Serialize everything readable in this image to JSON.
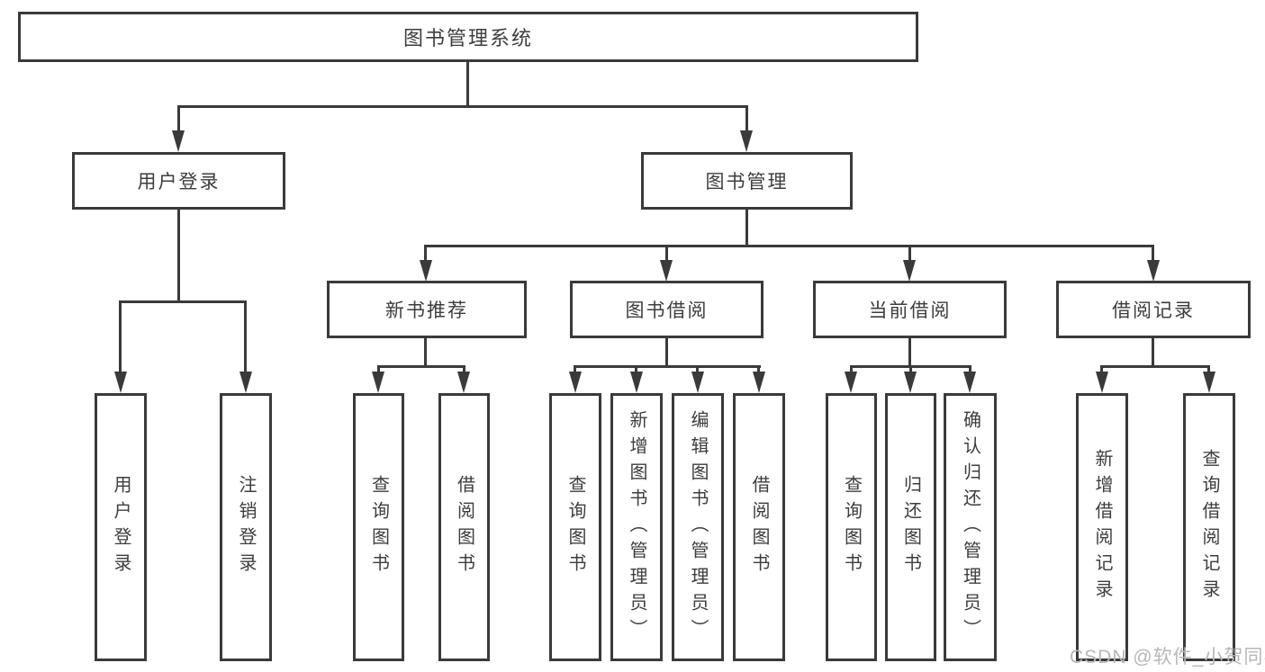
{
  "diagram": {
    "root": {
      "label": "图书管理系统",
      "children": [
        {
          "label": "用户登录",
          "children": [
            {
              "label": "用户登录"
            },
            {
              "label": "注销登录"
            }
          ]
        },
        {
          "label": "图书管理",
          "children": [
            {
              "label": "新书推荐",
              "children": [
                {
                  "label": "查询图书"
                },
                {
                  "label": "借阅图书"
                }
              ]
            },
            {
              "label": "图书借阅",
              "children": [
                {
                  "label": "查询图书"
                },
                {
                  "label": "新增图书（管理员）"
                },
                {
                  "label": "编辑图书（管理员）"
                },
                {
                  "label": "借阅图书"
                }
              ]
            },
            {
              "label": "当前借阅",
              "children": [
                {
                  "label": "查询图书"
                },
                {
                  "label": "归还图书"
                },
                {
                  "label": "确认归还（管理员）"
                }
              ]
            },
            {
              "label": "借阅记录",
              "children": [
                {
                  "label": "新增借阅记录"
                },
                {
                  "label": "查询借阅记录"
                }
              ]
            }
          ]
        }
      ]
    }
  },
  "watermark": {
    "text": "CSDN @软件_小贺同学"
  },
  "colors": {
    "line": "#3a3a3a",
    "text": "#3d3d3d",
    "watermark": "#b7b7b7",
    "bg": "#ffffff"
  }
}
